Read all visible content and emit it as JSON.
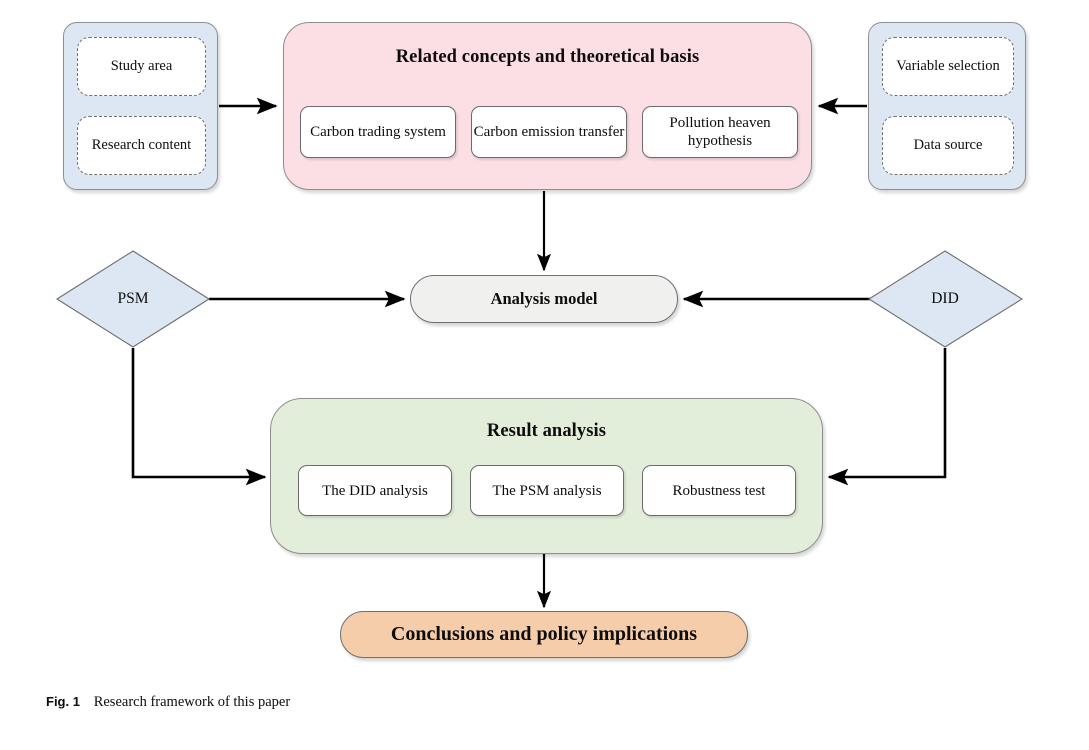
{
  "figure": {
    "caption_label": "Fig. 1",
    "caption_text": "Research framework of this paper"
  },
  "colors": {
    "blue_group": "#dde7f3",
    "pink_group": "#fbdfe4",
    "green_group": "#e3eeda",
    "gray_pill": "#f0f0ef",
    "orange_pill": "#f6cdab",
    "diamond": "#dce7f3",
    "stroke": "#6b6b6b",
    "arrow": "#000000"
  },
  "diagram": {
    "type": "flowchart",
    "left_inputs": {
      "items": [
        {
          "label": "Study area"
        },
        {
          "label": "Research content"
        }
      ]
    },
    "right_inputs": {
      "items": [
        {
          "label": "Variable selection"
        },
        {
          "label": "Data source"
        }
      ]
    },
    "concepts": {
      "title": "Related concepts and theoretical basis",
      "items": [
        {
          "label": "Carbon trading system"
        },
        {
          "label": "Carbon emission transfer"
        },
        {
          "label": "Pollution heaven hypothesis"
        }
      ]
    },
    "methods": {
      "left_label": "PSM",
      "right_label": "DID"
    },
    "model": {
      "label": "Analysis model"
    },
    "results": {
      "title": "Result analysis",
      "items": [
        {
          "label": "The DID analysis"
        },
        {
          "label": "The PSM analysis"
        },
        {
          "label": "Robustness test"
        }
      ]
    },
    "conclusion": {
      "label": "Conclusions and policy implications"
    },
    "edges": [
      {
        "from": "left_inputs",
        "to": "concepts",
        "direction": "right"
      },
      {
        "from": "right_inputs",
        "to": "concepts",
        "direction": "left"
      },
      {
        "from": "concepts",
        "to": "model",
        "direction": "down"
      },
      {
        "from": "PSM",
        "to": "model",
        "direction": "right"
      },
      {
        "from": "DID",
        "to": "model",
        "direction": "left"
      },
      {
        "from": "PSM",
        "to": "results",
        "direction": "down-right"
      },
      {
        "from": "DID",
        "to": "results",
        "direction": "down-left"
      },
      {
        "from": "results",
        "to": "conclusion",
        "direction": "down"
      }
    ]
  }
}
